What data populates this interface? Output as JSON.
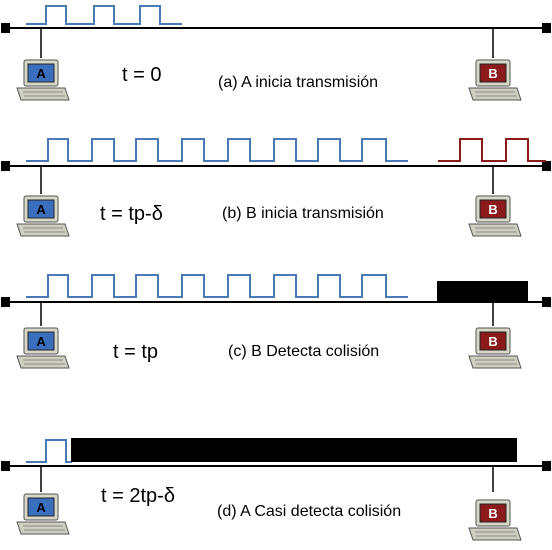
{
  "colors": {
    "station_a_screen": "#3a6fbf",
    "station_b_screen": "#8b1a1a",
    "signal_a": "#4a7ab5",
    "signal_b": "#8b1a1a",
    "collision": "#000000",
    "bus": "#000000"
  },
  "stations": {
    "a_label": "A",
    "b_label": "B"
  },
  "panels": [
    {
      "time_label": "t = 0",
      "caption": "(a) A inicia transmisión"
    },
    {
      "time_label": "t = tp-δ",
      "caption": "(b) B inicia transmisión"
    },
    {
      "time_label": "t = tp",
      "caption": "(c) B Detecta colisión"
    },
    {
      "time_label": "t = 2tp-δ",
      "caption": "(d) A Casi detecta colisión"
    }
  ],
  "icons": {
    "station": "computer-icon",
    "bus_end": "terminator-icon"
  }
}
